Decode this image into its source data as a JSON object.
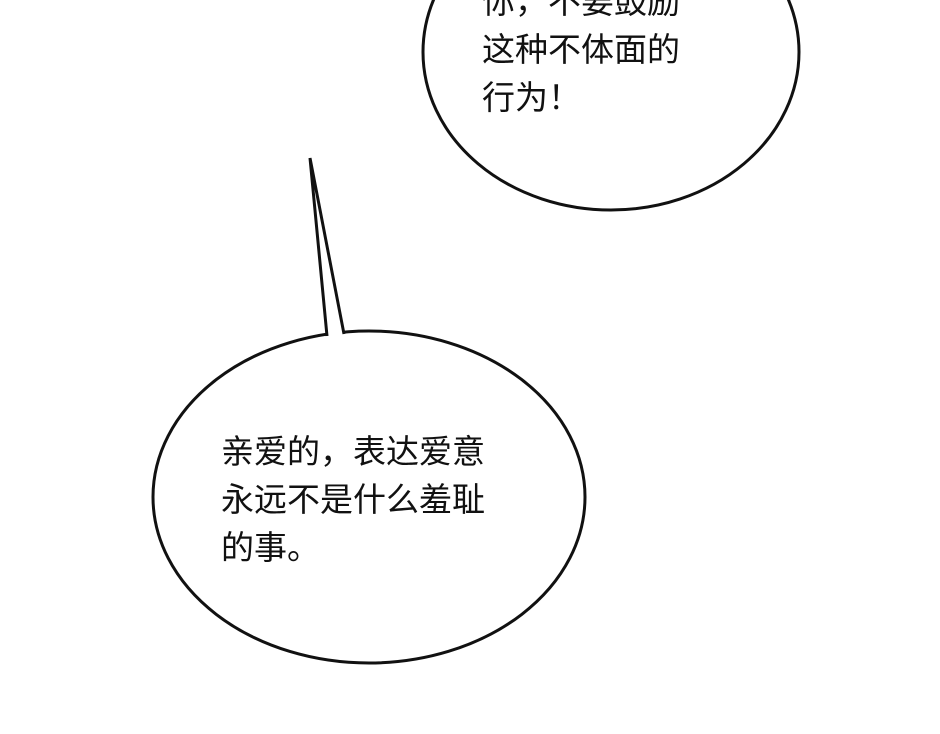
{
  "bubbles": {
    "top": {
      "lines": [
        "你，不要鼓励",
        "这种不体面的",
        "行为！"
      ]
    },
    "bottom": {
      "lines": [
        "亲爱的，表达爱意",
        "永远不是什么羞耻",
        "的事。"
      ]
    }
  },
  "colors": {
    "outline": "#111111",
    "background": "#ffffff"
  }
}
